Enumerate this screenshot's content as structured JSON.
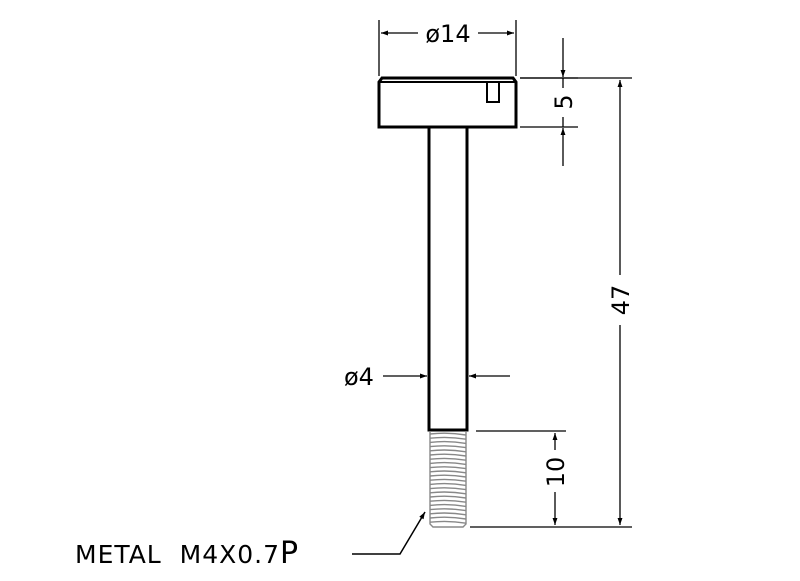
{
  "drawing": {
    "dimensions": {
      "head_diameter": "ø14",
      "head_height": "5",
      "total_length": "47",
      "shank_diameter": "ø4",
      "thread_length": "10"
    },
    "callout": {
      "thread_label": "METAL  M4X0.7",
      "thread_suffix": "P"
    },
    "colors": {
      "line": "#000000",
      "thread": "#888888"
    }
  }
}
